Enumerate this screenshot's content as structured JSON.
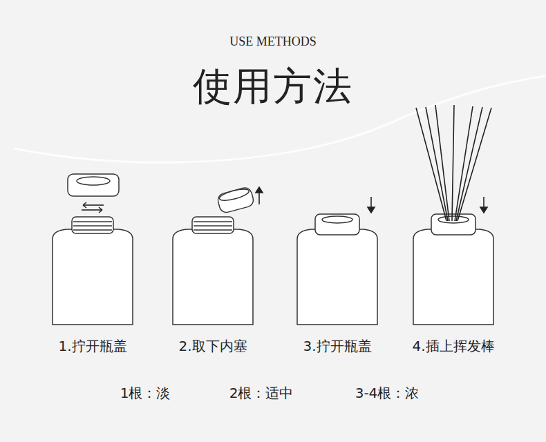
{
  "diagram": {
    "title": "使用方法",
    "labels": [
      "USE METHODS",
      "1.拧开瓶盖",
      "2.取下内塞",
      "3.拧开瓶盖",
      "4.插上挥发棒",
      "1根：淡",
      "2根：适中",
      "3-4根：浓"
    ]
  }
}
